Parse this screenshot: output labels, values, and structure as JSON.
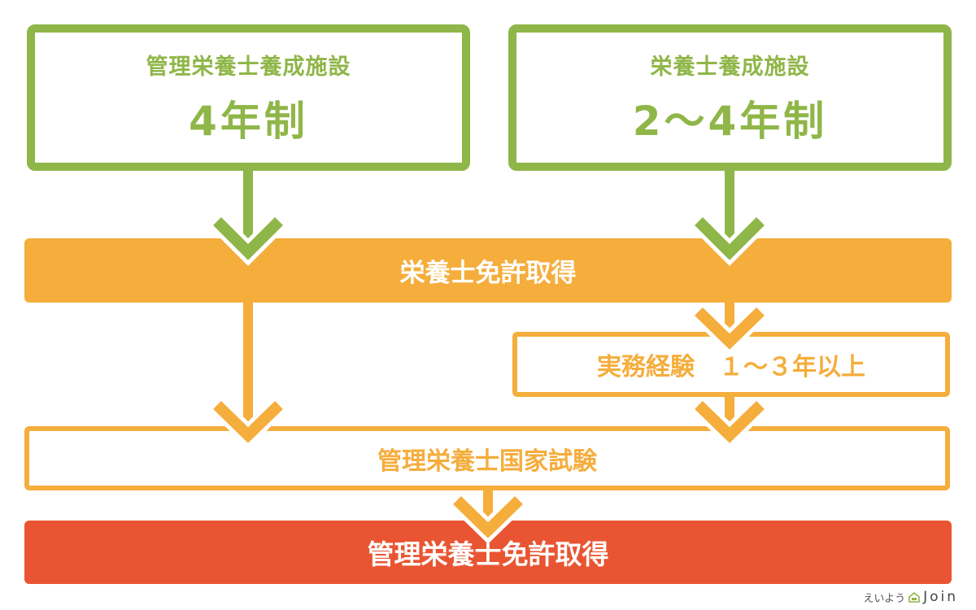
{
  "box_left": {
    "subtitle": "管理栄養士養成施設",
    "title": "4年制"
  },
  "box_right": {
    "subtitle": "栄養士養成施設",
    "title": "2〜4年制"
  },
  "step_license": "栄養士免許取得",
  "step_experience": "実務経験　１〜３年以上",
  "step_exam": "管理栄養士国家試験",
  "step_final": "管理栄養士免許取得",
  "logo": {
    "prefix": "えいよう",
    "name": "Join"
  },
  "colors": {
    "green": "#8fb648",
    "orange": "#f5ad3c",
    "red": "#e95532"
  }
}
